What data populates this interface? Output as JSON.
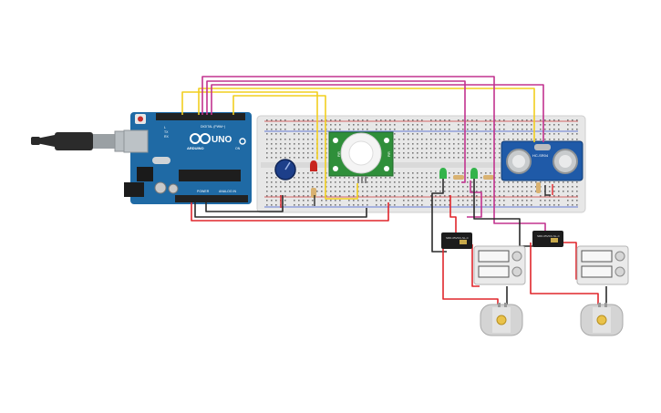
{
  "arduino": {
    "brand": "ARDUINO",
    "model": "UNO",
    "digital_label": "DIGITAL (PWM~)",
    "power_label": "POWER",
    "analog_label": "ANALOG IN",
    "tx_label": "TX",
    "rx_label": "RX",
    "l_label": "L",
    "on_label": "ON"
  },
  "sensors": {
    "ultrasonic_model": "HC-SR04",
    "pir_label_left": "PIR",
    "pir_label_right": "PIR"
  },
  "relays": {
    "relay1_text": "SRD-05VDC-SL-C",
    "relay2_text": "SRD-05VDC-SL-C"
  },
  "colors": {
    "wire_red": "#e0262c",
    "wire_black": "#2b2b2b",
    "wire_yellow": "#f2cf1f",
    "wire_magenta": "#c2338f",
    "board_blue": "#1f6aa5",
    "pir_green": "#2f8f3a",
    "breadboard": "#e7e7e7"
  }
}
